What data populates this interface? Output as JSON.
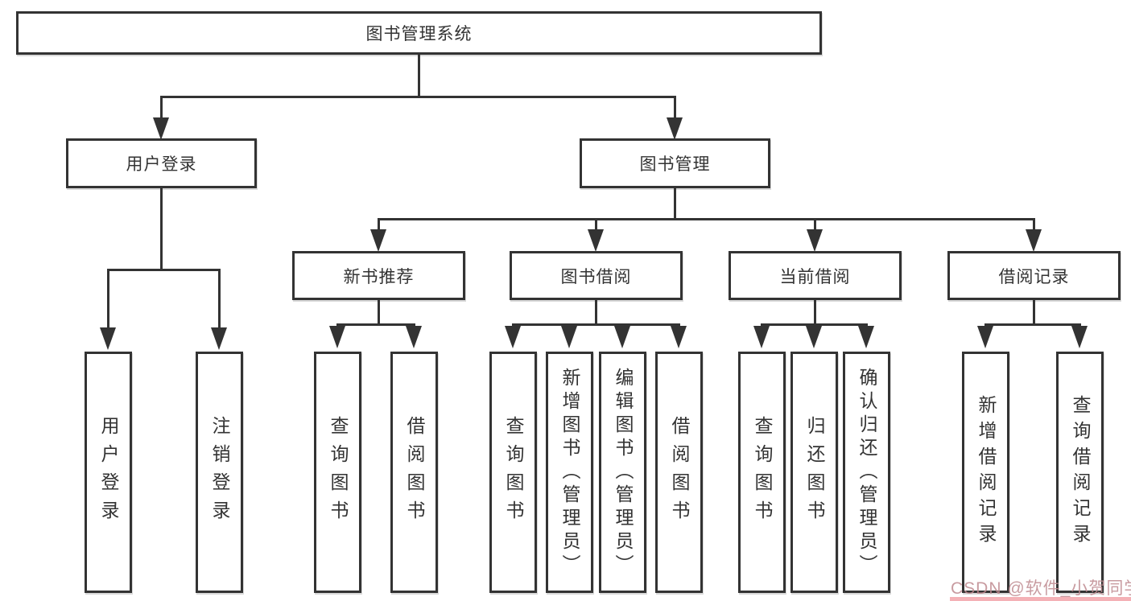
{
  "diagram": {
    "root_label": "图书管理系统",
    "login": {
      "label": "用户登录",
      "children": [
        "用户登录",
        "注销登录"
      ]
    },
    "management": {
      "label": "图书管理",
      "sections": [
        {
          "label": "新书推荐",
          "children": [
            "查询图书",
            "借阅图书"
          ]
        },
        {
          "label": "图书借阅",
          "children": [
            "查询图书",
            "新增图书（管理员）",
            "编辑图书（管理员）",
            "借阅图书"
          ]
        },
        {
          "label": "当前借阅",
          "children": [
            "查询图书",
            "归还图书",
            "确认归还（管理员）"
          ]
        },
        {
          "label": "借阅记录",
          "children": [
            "新增借阅记录",
            "查询借阅记录"
          ]
        }
      ]
    }
  },
  "watermark": {
    "text": "CSDN @软件_小贺同学"
  },
  "colors": {
    "line": "#333333",
    "text": "#333333",
    "background": "#ffffff",
    "watermark": "#be8a8f",
    "watermark_strip": "#f3a9ae"
  }
}
